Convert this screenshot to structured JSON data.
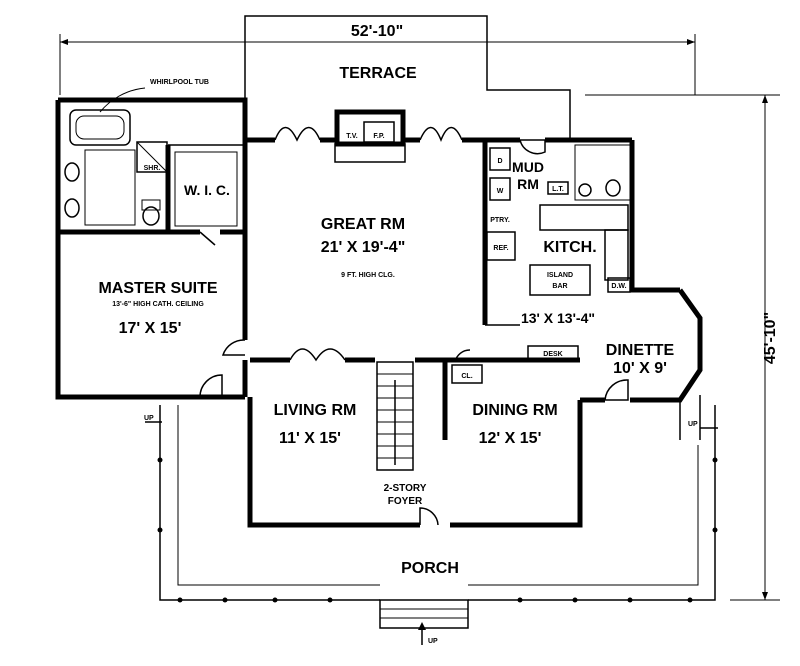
{
  "dimensions": {
    "width": "52'-10\"",
    "depth": "45'-10\""
  },
  "rooms": {
    "terrace": "TERRACE",
    "great_room": {
      "name": "GREAT RM",
      "size": "21' X 19'-4\"",
      "note": "9 FT. HIGH CLG."
    },
    "master_suite": {
      "name": "MASTER SUITE",
      "note": "13'-6\" HIGH CATH. CEILING",
      "size": "17' X 15'"
    },
    "wic": "W. I. C.",
    "whirlpool": "WHIRLPOOL TUB",
    "shower": "SHR.",
    "mud_room": {
      "line1": "MUD",
      "line2": "RM"
    },
    "kitchen": {
      "name": "KITCH.",
      "size": "13' X 13'-4\""
    },
    "dinette": {
      "name": "DINETTE",
      "size": "10' X 9'"
    },
    "living_room": {
      "name": "LIVING RM",
      "size": "11' X 15'"
    },
    "dining_room": {
      "name": "DINING RM",
      "size": "12' X 15'"
    },
    "foyer": {
      "line1": "2-STORY",
      "line2": "FOYER"
    },
    "porch": "PORCH"
  },
  "fixtures": {
    "tv": "T.V.",
    "fireplace": "F.P.",
    "pantry": "PTRY.",
    "refrigerator": "REF.",
    "island": {
      "line1": "ISLAND",
      "line2": "BAR"
    },
    "dishwasher": "D.W.",
    "desk": "DESK",
    "closet": "CL.",
    "washer": "W",
    "dryer": "D",
    "laundry_tub": "L.T.",
    "up": "UP"
  }
}
